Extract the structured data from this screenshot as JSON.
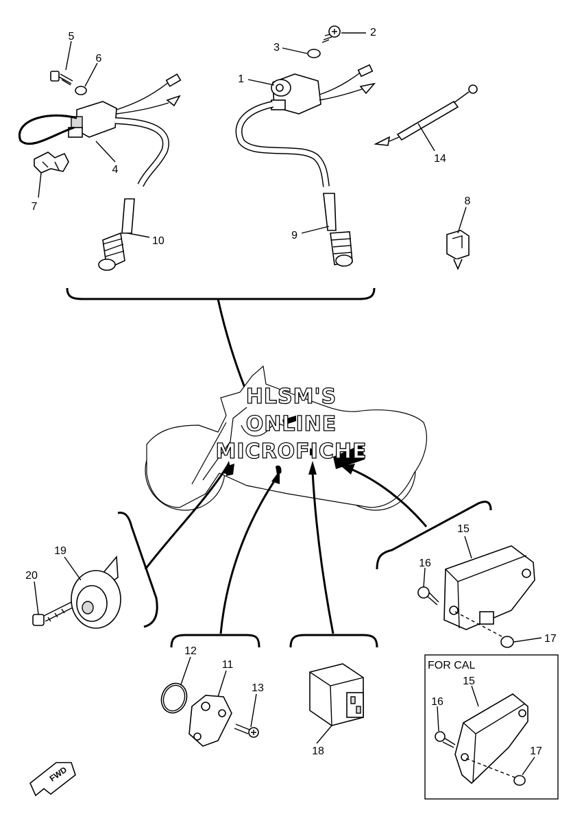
{
  "callouts": {
    "c1": "1",
    "c2": "2",
    "c3": "3",
    "c4": "4",
    "c5": "5",
    "c6": "6",
    "c7": "7",
    "c8": "8",
    "c9": "9",
    "c10": "10",
    "c11": "11",
    "c12": "12",
    "c13": "13",
    "c14": "14",
    "c15": "15",
    "c16": "16",
    "c17": "17",
    "c18": "18",
    "c19": "19",
    "c20": "20",
    "c15b": "15",
    "c16b": "16",
    "c17b": "17"
  },
  "inset": {
    "title": "FOR CAL"
  },
  "watermark": {
    "line1": "HLSM'S",
    "line2": "ONLINE",
    "line3": "MICROFICHE"
  },
  "direction_badge": {
    "label": "FWD"
  }
}
